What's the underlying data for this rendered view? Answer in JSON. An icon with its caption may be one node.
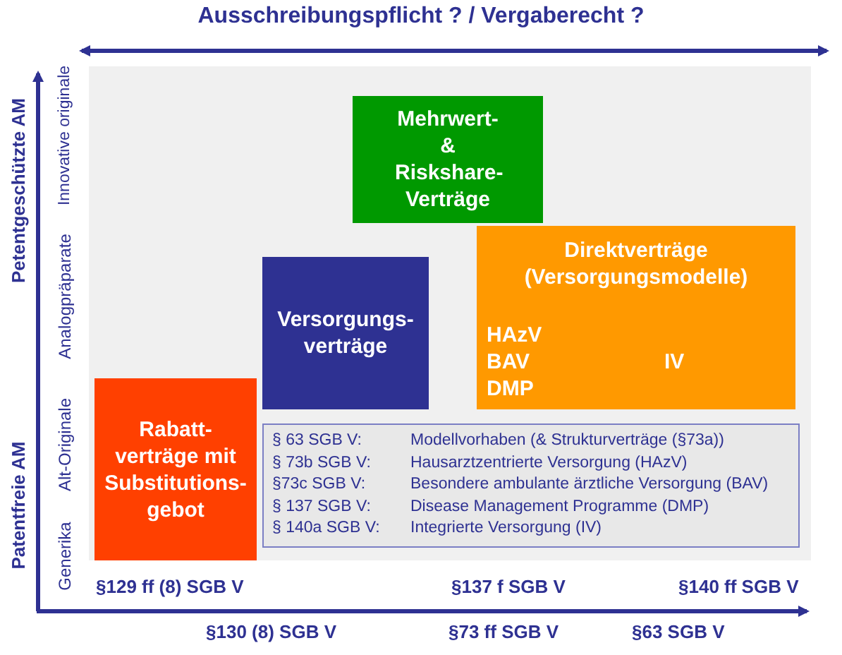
{
  "diagram": {
    "title": "Ausschreibungspflicht ? / Vergaberecht ?",
    "nodes": [
      {
        "text": [
          "Mehrwert- & Riskshare-Verträge"
        ]
      },
      {
        "text": [
          "Direktverträge (Versorgungsmodelle)",
          "HAzV",
          "BAV",
          "IV",
          "DMP"
        ]
      },
      {
        "text": [
          "Versorgungs-verträge"
        ]
      },
      {
        "text": [
          "Rabatt-verträge mit Substitutions-gebot"
        ]
      },
      {
        "text": [
          "§ 63 SGB V:",
          "Modellvorhaben (& Strukturverträge (§73a))",
          "§ 73b SGB V:",
          "Hausarztzentrierte Versorgung (HAzV)",
          "§73c SGB V:",
          "Besondere ambulante ärztliche Versorgung (BAV)",
          "§ 137 SGB V:",
          "Disease Management Programme (DMP)",
          "§ 140a SGB V:",
          "Integrierte Versorgung (IV)"
        ]
      }
    ],
    "edges": [],
    "labels": [
      "Petentgeschützte AM",
      "Innovative originale",
      "Analogpräparate",
      "Alt-Originale",
      "Patentfreie AM",
      "Generika",
      "§129 ff (8) SGB V",
      "§137 f SGB V",
      "§140 ff SGB V",
      "§130 (8) SGB V",
      "§73 ff SGB V",
      "§63 SGB V"
    ]
  }
}
